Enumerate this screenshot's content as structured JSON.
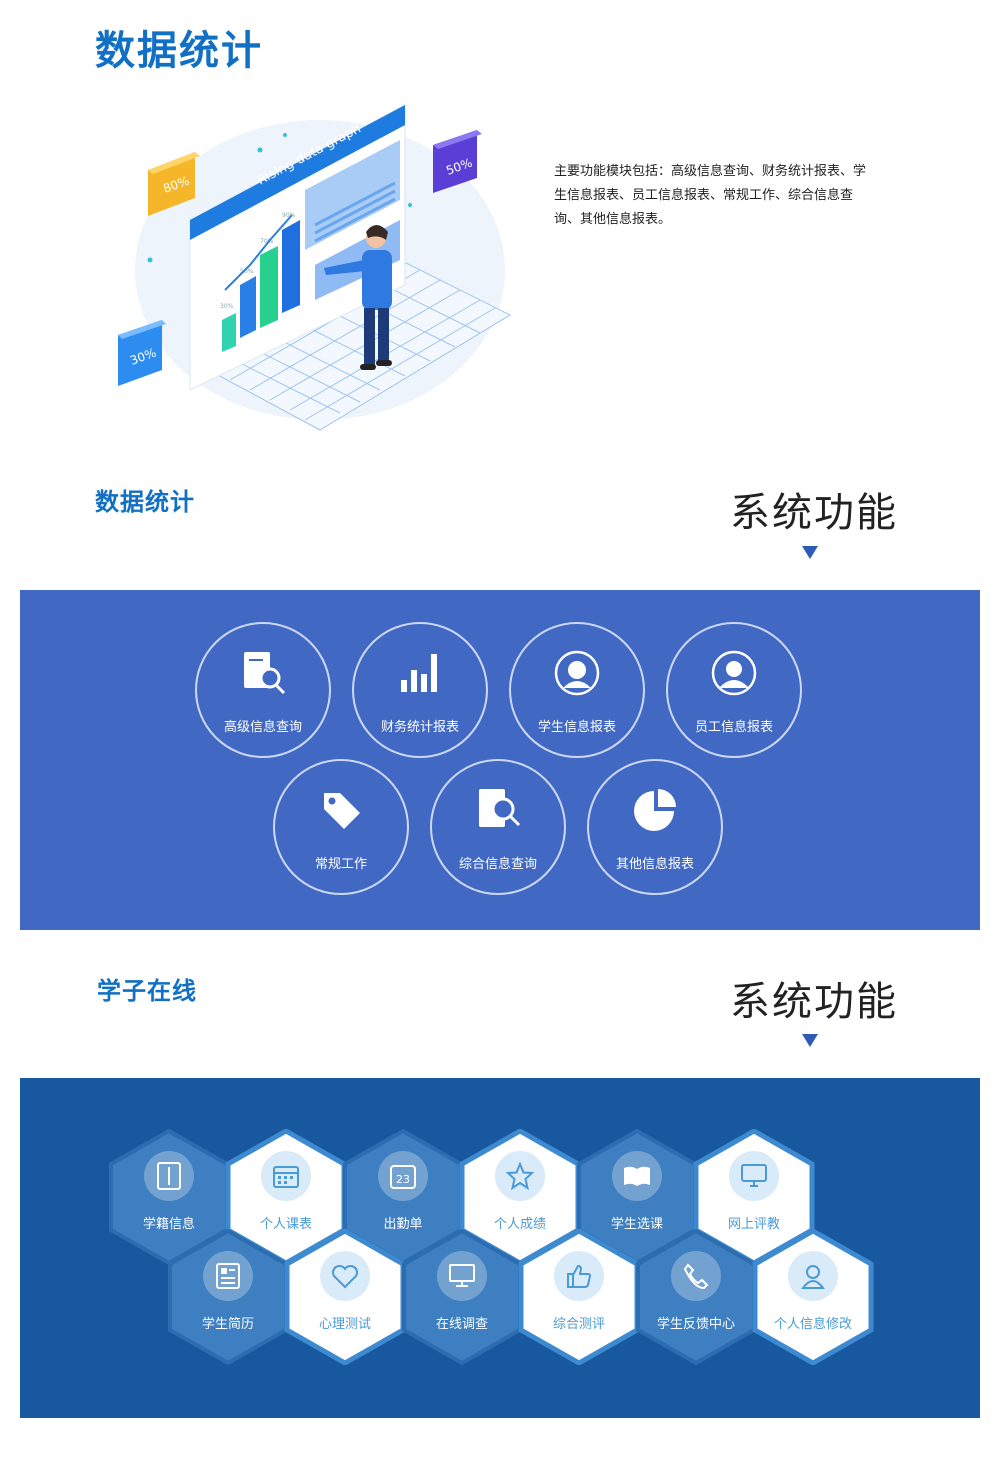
{
  "page_title": "数据统计",
  "intro": {
    "text": "主要功能模块包括：高级信息查询、财务统计报表、学生信息报表、员工信息报表、常规工作、综合信息查询、其他信息报表。",
    "illustration": {
      "caption": "Rising data graph",
      "badges": [
        "80%",
        "50%",
        "30%"
      ],
      "bar_labels": [
        "30%",
        "50%",
        "70%",
        "90%"
      ]
    }
  },
  "section1": {
    "title": "数据统计",
    "system_title": "系统功能",
    "items": [
      {
        "label": "高级信息查询",
        "icon": "doc-search-icon"
      },
      {
        "label": "财务统计报表",
        "icon": "bar-chart-icon"
      },
      {
        "label": "学生信息报表",
        "icon": "student-avatar-icon"
      },
      {
        "label": "员工信息报表",
        "icon": "staff-avatar-icon"
      },
      {
        "label": "常规工作",
        "icon": "tag-icon"
      },
      {
        "label": "综合信息查询",
        "icon": "doc-magnifier-icon"
      },
      {
        "label": "其他信息报表",
        "icon": "pie-chart-icon"
      }
    ],
    "band_color": "#4169c3"
  },
  "section2": {
    "title": "学子在线",
    "system_title": "系统功能",
    "items": [
      {
        "label": "学籍信息",
        "icon": "book-icon"
      },
      {
        "label": "个人课表",
        "icon": "calendar-icon"
      },
      {
        "label": "出勤单",
        "icon": "calendar-23-icon",
        "icon_text": "23"
      },
      {
        "label": "个人成绩",
        "icon": "star-icon"
      },
      {
        "label": "学生选课",
        "icon": "open-book-icon"
      },
      {
        "label": "网上评教",
        "icon": "monitor-icon"
      },
      {
        "label": "学生简历",
        "icon": "resume-icon"
      },
      {
        "label": "心理测试",
        "icon": "heart-icon"
      },
      {
        "label": "在线调查",
        "icon": "desktop-icon"
      },
      {
        "label": "综合测评",
        "icon": "thumbs-up-icon"
      },
      {
        "label": "学生反馈中心",
        "icon": "phone-icon"
      },
      {
        "label": "个人信息修改",
        "icon": "user-icon"
      }
    ],
    "band_color": "#17589f"
  },
  "colors": {
    "accent": "#1170c4",
    "arrow": "#2e5bb5"
  }
}
